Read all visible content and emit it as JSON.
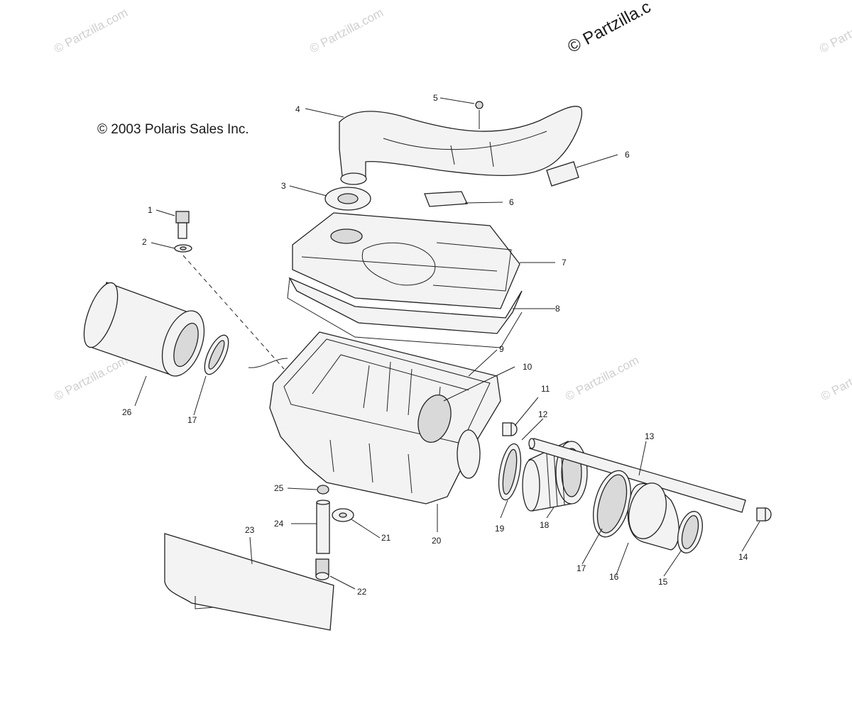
{
  "watermarks": {
    "light": "© Partzilla.com",
    "dark": "© Partzilla.c"
  },
  "copyright": "© 2003 Polaris Sales Inc.",
  "callouts": [
    "1",
    "2",
    "3",
    "4",
    "5",
    "6",
    "6",
    "7",
    "8",
    "9",
    "10",
    "11",
    "12",
    "13",
    "14",
    "15",
    "16",
    "17",
    "17",
    "18",
    "19",
    "20",
    "21",
    "22",
    "23",
    "24",
    "25",
    "26"
  ]
}
